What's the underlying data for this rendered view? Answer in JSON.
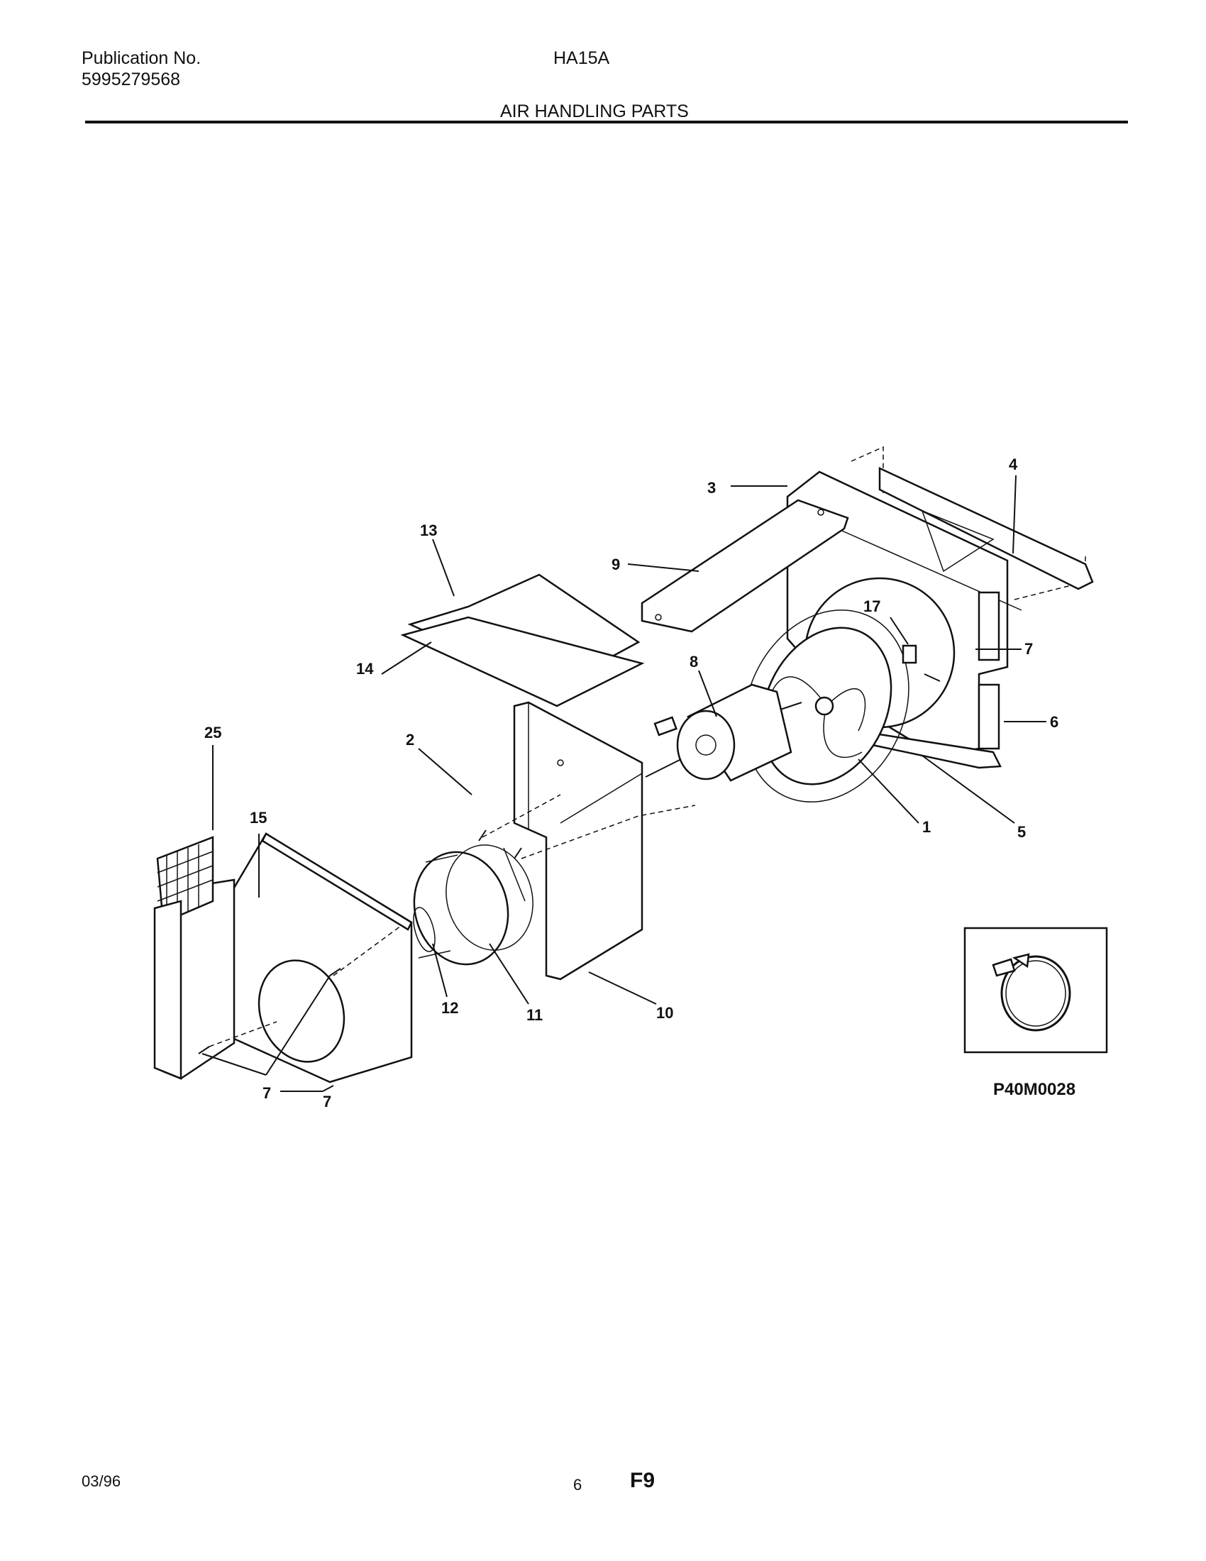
{
  "header": {
    "publication_label": "Publication No.",
    "publication_number": "5995279568",
    "model": "HA15A",
    "section_title": "AIR HANDLING PARTS"
  },
  "diagram": {
    "callouts": [
      "1",
      "2",
      "3",
      "4",
      "5",
      "6",
      "7",
      "7",
      "7",
      "8",
      "9",
      "10",
      "11",
      "12",
      "12",
      "13",
      "14",
      "15",
      "17",
      "25"
    ],
    "figure_code": "P40M0028"
  },
  "footer": {
    "date": "03/96",
    "page_number": "6",
    "page_code": "F9"
  }
}
